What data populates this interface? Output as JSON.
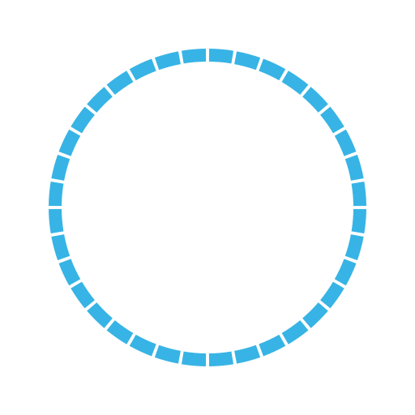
{
  "indicator": {
    "icon": "segmented-ring-icon",
    "segments_total": 36,
    "segments_filled": 36,
    "progress": 1.0
  },
  "colors": {
    "background": "#ffffff",
    "segment": "#37b4e5"
  }
}
